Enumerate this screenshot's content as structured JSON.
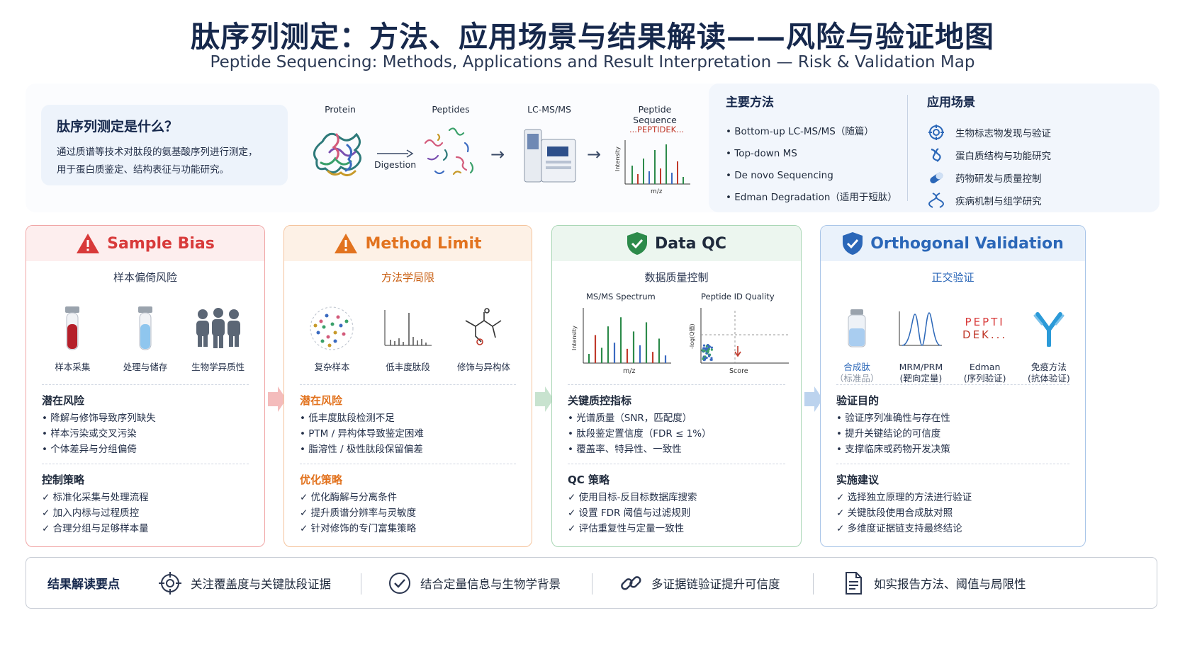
{
  "header": {
    "title": "肽序列测定：方法、应用场景与结果解读——风险与验证地图",
    "subtitle": "Peptide Sequencing: Methods, Applications and Result Interpretation — Risk & Validation Map"
  },
  "intro": {
    "what_title": "肽序列测定是什么？",
    "what_text_1": "通过质谱等技术对肽段的氨基酸序列进行测定，",
    "what_text_2": "用于蛋白质鉴定、结构表征与功能研究。",
    "flow": {
      "protein": "Protein",
      "peptides": "Peptides",
      "lcms": "LC-MS/MS",
      "sequence": "Peptide Sequence",
      "digestion": "Digestion",
      "seq_text": "...PEPTIDEK...",
      "y_axis": "Intensity",
      "x_axis": "m/z"
    }
  },
  "methods": {
    "title": "主要方法",
    "items": [
      "• Bottom-up LC-MS/MS（随篇）",
      "• Top-down MS",
      "• De novo Sequencing",
      "• Edman Degradation（适用于短肽）"
    ]
  },
  "applications": {
    "title": "应用场景",
    "items": [
      {
        "icon": "target-icon",
        "label": "生物标志物发现与验证"
      },
      {
        "icon": "protein-structure-icon",
        "label": "蛋白质结构与功能研究"
      },
      {
        "icon": "capsule-icon",
        "label": "药物研发与质量控制"
      },
      {
        "icon": "dna-icon",
        "label": "疾病机制与组学研究"
      }
    ]
  },
  "colors": {
    "red": "#d83a3a",
    "orange": "#e2731f",
    "green": "#2c8a4a",
    "blue": "#2b67b8"
  },
  "cards": {
    "sample_bias": {
      "title": "Sample Bias",
      "subtitle": "样本偏倚风险",
      "icons": [
        "样本采集",
        "处理与储存",
        "生物学异质性"
      ],
      "risk_title": "潜在风险",
      "risks": [
        "• 降解与修饰导致序列缺失",
        "• 样本污染或交叉污染",
        "• 个体差异与分组偏倚"
      ],
      "strategy_title": "控制策略",
      "strategies": [
        "✓ 标准化采集与处理流程",
        "✓ 加入内标与过程质控",
        "✓ 合理分组与足够样本量"
      ]
    },
    "method_limit": {
      "title": "Method Limit",
      "subtitle": "方法学局限",
      "icons": [
        "复杂样本",
        "低丰度肽段",
        "修饰与异构体"
      ],
      "risk_title": "潜在风险",
      "risks": [
        "• 低丰度肽段检测不足",
        "• PTM / 异构体导致鉴定困难",
        "• 脂溶性 / 极性肽段保留偏差"
      ],
      "strategy_title": "优化策略",
      "strategies": [
        "✓ 优化酶解与分离条件",
        "✓ 提升质谱分辨率与灵敏度",
        "✓ 针对修饰的专门富集策略"
      ]
    },
    "data_qc": {
      "title": "Data QC",
      "subtitle": "数据质量控制",
      "chart1_title": "MS/MS Spectrum",
      "chart1_y": "Intensity",
      "chart1_x": "m/z",
      "chart2_title": "Peptide ID Quality",
      "chart2_y": "-log(Q值)",
      "chart2_x": "Score",
      "risk_title": "关键质控指标",
      "risks": [
        "• 光谱质量（SNR，匹配度）",
        "• 肽段鉴定置信度（FDR ≤ 1%）",
        "• 覆盖率、特异性、一致性"
      ],
      "strategy_title": "QC 策略",
      "strategies": [
        "✓ 使用目标-反目标数据库搜索",
        "✓ 设置 FDR 阈值与过滤规则",
        "✓ 评估重复性与定量一致性"
      ]
    },
    "orthogonal": {
      "title": "Orthogonal Validation",
      "subtitle": "正交验证",
      "icons": [
        {
          "l1": "合成肽",
          "l2": "（标准品）"
        },
        {
          "l1": "MRM/PRM",
          "l2": "(靶向定量)"
        },
        {
          "l1": "Edman",
          "l2": "(序列验证)"
        },
        {
          "l1": "免疫方法",
          "l2": "(抗体验证)"
        }
      ],
      "pept_text_1": "PEPTI",
      "pept_text_2": "DEK...",
      "risk_title": "验证目的",
      "risks": [
        "• 验证序列准确性与存在性",
        "• 提升关键结论的可信度",
        "• 支撑临床或药物开发决策"
      ],
      "strategy_title": "实施建议",
      "strategies": [
        "✓ 选择独立原理的方法进行验证",
        "✓ 关键肽段使用合成肽对照",
        "✓ 多维度证据链支持最终结论"
      ]
    }
  },
  "bottom": {
    "lead": "结果解读要点",
    "items": [
      {
        "icon": "target-icon",
        "label": "关注覆盖度与关键肽段证据"
      },
      {
        "icon": "check-circle-icon",
        "label": "结合定量信息与生物学背景"
      },
      {
        "icon": "link-icon",
        "label": "多证据链验证提升可信度"
      },
      {
        "icon": "document-icon",
        "label": "如实报告方法、阈值与局限性"
      }
    ]
  }
}
